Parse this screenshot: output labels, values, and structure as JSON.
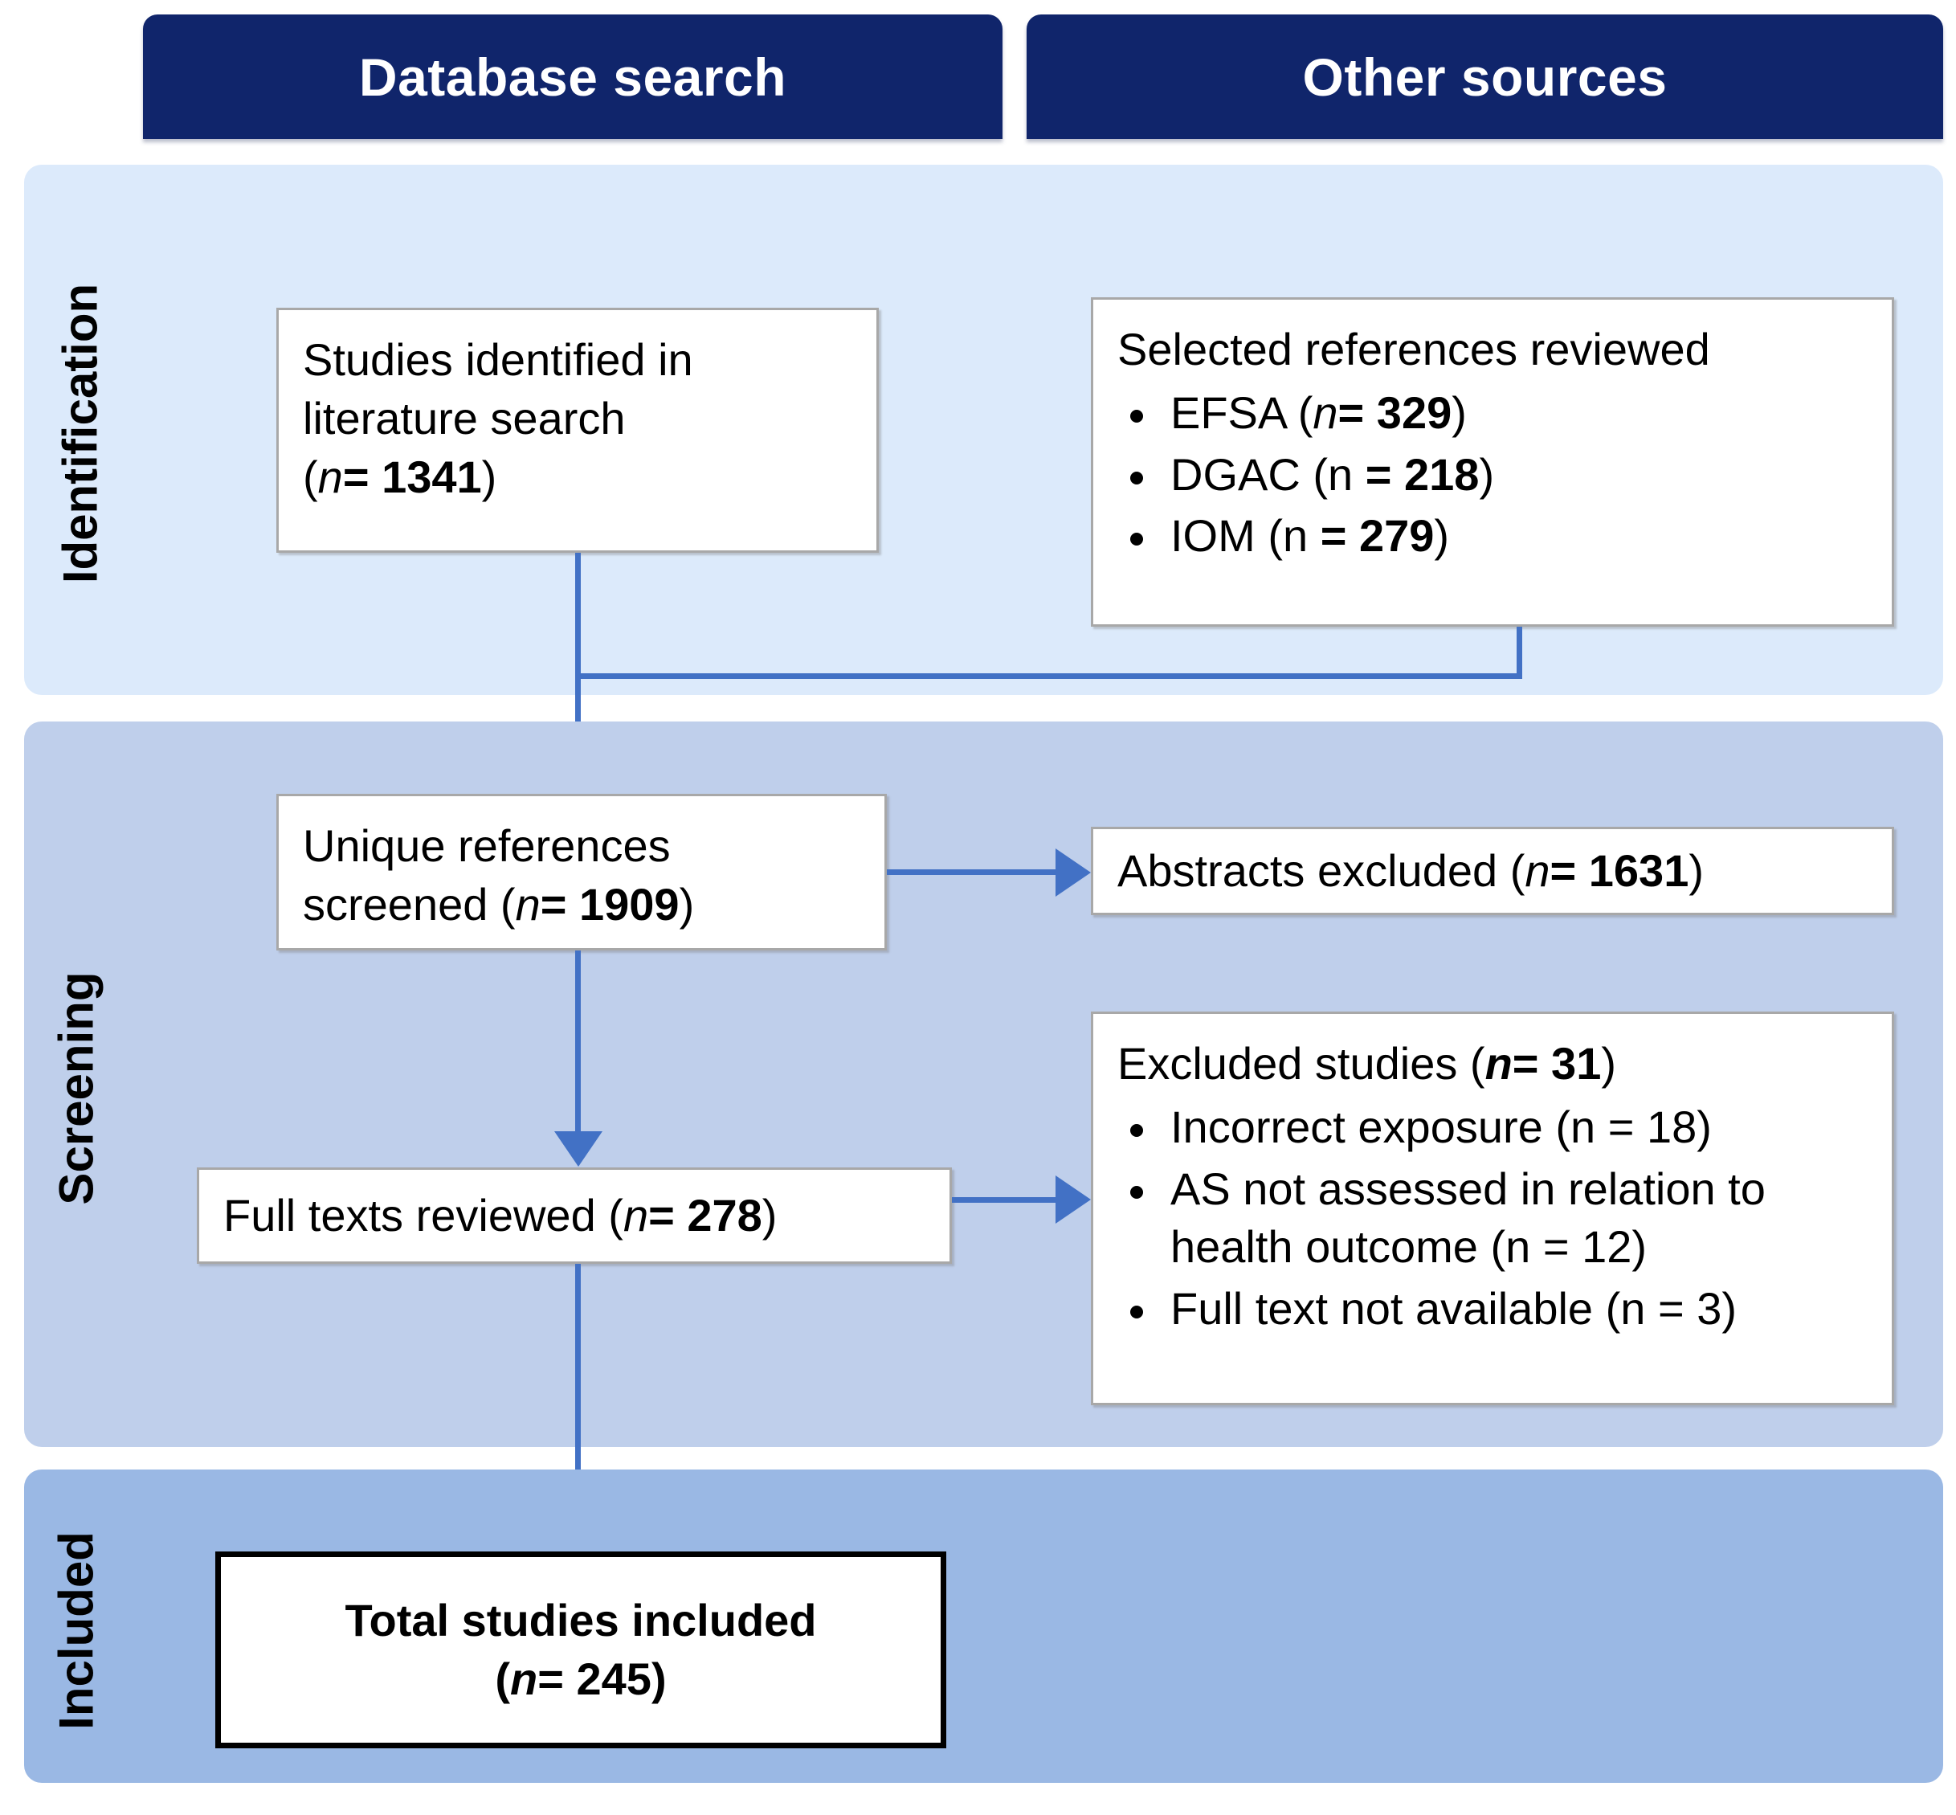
{
  "figure": {
    "type": "prisma-flow-diagram",
    "accent_color": "#4271c5",
    "header_color": "#10256b",
    "band_colors": {
      "identification": "#dceafb",
      "screening": "#bfcfeb",
      "included": "#9ab8e4"
    }
  },
  "headers": {
    "database_search": "Database search",
    "other_sources": "Other sources"
  },
  "stages": {
    "identification": "Identification",
    "screening": "Screening",
    "included": "Included"
  },
  "nodes": {
    "studies_identified": {
      "line1": "Studies identified in",
      "line2": "literature search",
      "n_label": "n",
      "eq": "= 1341"
    },
    "selected_references": {
      "title": "Selected references reviewed",
      "items": [
        {
          "source": "EFSA",
          "n_label": "n",
          "eq": "= 329",
          "italic_n": true
        },
        {
          "source": "DGAC",
          "n_label": "n",
          "eq": "= 218",
          "italic_n": false
        },
        {
          "source": "IOM",
          "n_label": "n",
          "eq": "= 279",
          "italic_n": false
        }
      ]
    },
    "unique_references": {
      "line1": "Unique references",
      "line2_prefix": "screened (",
      "n_label": "n",
      "eq": "= 1909",
      "suffix": ")"
    },
    "abstracts_excluded": {
      "prefix": "Abstracts excluded (",
      "n_label": "n",
      "eq": "= 1631",
      "suffix": ")"
    },
    "full_texts_reviewed": {
      "prefix": "Full texts reviewed (",
      "n_label": "n",
      "eq": "= 278",
      "suffix": ")"
    },
    "excluded_studies": {
      "title_prefix": "Excluded studies (",
      "title_n": "n",
      "title_eq": "= 31",
      "title_suffix": ")",
      "items": [
        "Incorrect exposure (n = 18)",
        "AS not assessed in relation to health outcome (n = 12)",
        "Full text not available (n = 3)"
      ]
    },
    "total_included": {
      "line1": "Total studies included",
      "line2_prefix": "(",
      "n_label": "n",
      "eq": "= 245",
      "suffix": ")"
    }
  },
  "chart_data": {
    "type": "diagram",
    "title": "PRISMA study selection flow",
    "flow": [
      {
        "stage": "Identification",
        "node": "Studies identified in literature search",
        "n": 1341,
        "source": "Database search"
      },
      {
        "stage": "Identification",
        "node": "Selected references reviewed - EFSA",
        "n": 329,
        "source": "Other sources"
      },
      {
        "stage": "Identification",
        "node": "Selected references reviewed - DGAC",
        "n": 218,
        "source": "Other sources"
      },
      {
        "stage": "Identification",
        "node": "Selected references reviewed - IOM",
        "n": 279,
        "source": "Other sources"
      },
      {
        "stage": "Screening",
        "node": "Unique references screened",
        "n": 1909
      },
      {
        "stage": "Screening",
        "node": "Abstracts excluded",
        "n": 1631
      },
      {
        "stage": "Screening",
        "node": "Full texts reviewed",
        "n": 278
      },
      {
        "stage": "Screening",
        "node": "Excluded studies",
        "n": 31
      },
      {
        "stage": "Screening",
        "node": "Excluded - Incorrect exposure",
        "n": 18
      },
      {
        "stage": "Screening",
        "node": "Excluded - AS not assessed in relation to health outcome",
        "n": 12
      },
      {
        "stage": "Screening",
        "node": "Excluded - Full text not available",
        "n": 3
      },
      {
        "stage": "Included",
        "node": "Total studies included",
        "n": 245
      }
    ]
  }
}
